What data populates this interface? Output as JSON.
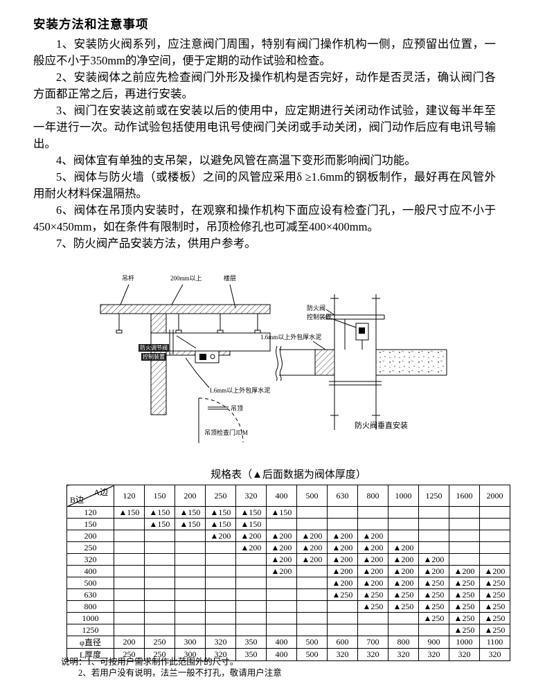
{
  "title": "安装方法和注意事项",
  "paragraphs": [
    "1、安装防火阀系列，应注意阀门周围，特别有阀门操作机构一侧，应预留出位置，一般应不小于350mm的净空间，便于定期的动作试验和检查。",
    "2、安装阀体之前应先检查阀门外形及操作机构是否完好，动作是否灵活，确认阀门各方面都正常之后，再进行安装。",
    "3、阀门在安装这前或在安装以后的使用中，应定期进行关闭动作试验，建议每半年至一年进行一次。动作试验包括使用电讯号使阀门关闭或手动关闭，阀门动作后应有电讯号输出。",
    "4、阀体宜有单独的支吊架，以避免风管在高温下变形而影响阀门功能。",
    "5、阀体与防火墙（或楼板）之间的风管应采用δ ≥1.6mm的钢板制作，最好再在风管外用耐火材料保温隔热。",
    "6、阀体在吊顶内安装时，在观察和操作机构下面应设有检查门孔，一般尺寸应不小于450×450mm，如在条件有限制时，吊顶检修孔也可减至400×400mm。",
    "7、防火阀产品安装方法，供用户参考。"
  ],
  "diagram": {
    "left": {
      "hanger": "吊杆",
      "clearance": "200mm以上",
      "floor": "楼层",
      "valve": "防火调节阀",
      "control": "控制装置",
      "cement": "1.6mm以上外包厚水泥",
      "ceiling": "吊顶",
      "access_door": "吊顶检查门JDM"
    },
    "right": {
      "valve": "防火阀",
      "control": "控制装置",
      "cement": "1.6mm以上外包厚水泥",
      "caption": "防火阀垂直安装"
    }
  },
  "table": {
    "title": "规格表（▲后面数据为阀体厚度）",
    "corner": {
      "top": "A边",
      "bottom": "B边"
    },
    "columns": [
      "120",
      "150",
      "200",
      "250",
      "320",
      "400",
      "500",
      "630",
      "800",
      "1000",
      "1250",
      "1600",
      "2000"
    ],
    "rows": [
      {
        "label": "120",
        "cells": [
          "▲150",
          "▲150",
          "▲150",
          "▲150",
          "▲150",
          "▲150",
          "",
          "",
          "",
          "",
          "",
          "",
          ""
        ]
      },
      {
        "label": "150",
        "cells": [
          "",
          "▲150",
          "▲150",
          "▲150",
          "▲150",
          "",
          "",
          "",
          "",
          "",
          "",
          "",
          ""
        ]
      },
      {
        "label": "200",
        "cells": [
          "",
          "",
          "",
          "▲200",
          "▲200",
          "▲200",
          "▲200",
          "▲200",
          "▲200",
          "",
          "",
          "",
          ""
        ]
      },
      {
        "label": "250",
        "cells": [
          "",
          "",
          "",
          "",
          "▲200",
          "▲200",
          "▲200",
          "▲200",
          "▲200",
          "▲200",
          "",
          "",
          ""
        ]
      },
      {
        "label": "320",
        "cells": [
          "",
          "",
          "",
          "",
          "",
          "▲200",
          "▲200",
          "▲200",
          "▲200",
          "▲200",
          "▲200",
          "",
          ""
        ]
      },
      {
        "label": "400",
        "cells": [
          "",
          "",
          "",
          "",
          "",
          "▲200",
          "",
          "▲200",
          "▲200",
          "▲200",
          "▲200",
          "▲200",
          "▲200"
        ]
      },
      {
        "label": "500",
        "cells": [
          "",
          "",
          "",
          "",
          "",
          "",
          "",
          "▲200",
          "▲200",
          "▲200",
          "▲250",
          "▲250",
          "▲250"
        ]
      },
      {
        "label": "630",
        "cells": [
          "",
          "",
          "",
          "",
          "",
          "",
          "",
          "▲250",
          "▲250",
          "▲250",
          "▲250",
          "▲250",
          "▲250"
        ]
      },
      {
        "label": "800",
        "cells": [
          "",
          "",
          "",
          "",
          "",
          "",
          "",
          "",
          "▲250",
          "▲250",
          "▲250",
          "▲250",
          "▲250"
        ]
      },
      {
        "label": "1000",
        "cells": [
          "",
          "",
          "",
          "",
          "",
          "",
          "",
          "",
          "",
          "",
          "▲250",
          "▲250",
          "▲250"
        ]
      },
      {
        "label": "1250",
        "cells": [
          "",
          "",
          "",
          "",
          "",
          "",
          "",
          "",
          "",
          "",
          "",
          "▲250",
          "▲250"
        ]
      },
      {
        "label": "φ直径",
        "cells": [
          "200",
          "250",
          "300",
          "320",
          "350",
          "400",
          "500",
          "600",
          "700",
          "800",
          "900",
          "1000",
          "1100"
        ]
      },
      {
        "label": "L厚度",
        "cells": [
          "250",
          "250",
          "300",
          "320",
          "350",
          "400",
          "500",
          "320",
          "320",
          "320",
          "320",
          "320",
          "320"
        ]
      }
    ]
  },
  "notes": {
    "line1": "说明：1、可按用户需求制作此范围外的尺寸。",
    "line2": "2、若用户没有说明，法兰一般不打孔，敬请用户注意"
  }
}
